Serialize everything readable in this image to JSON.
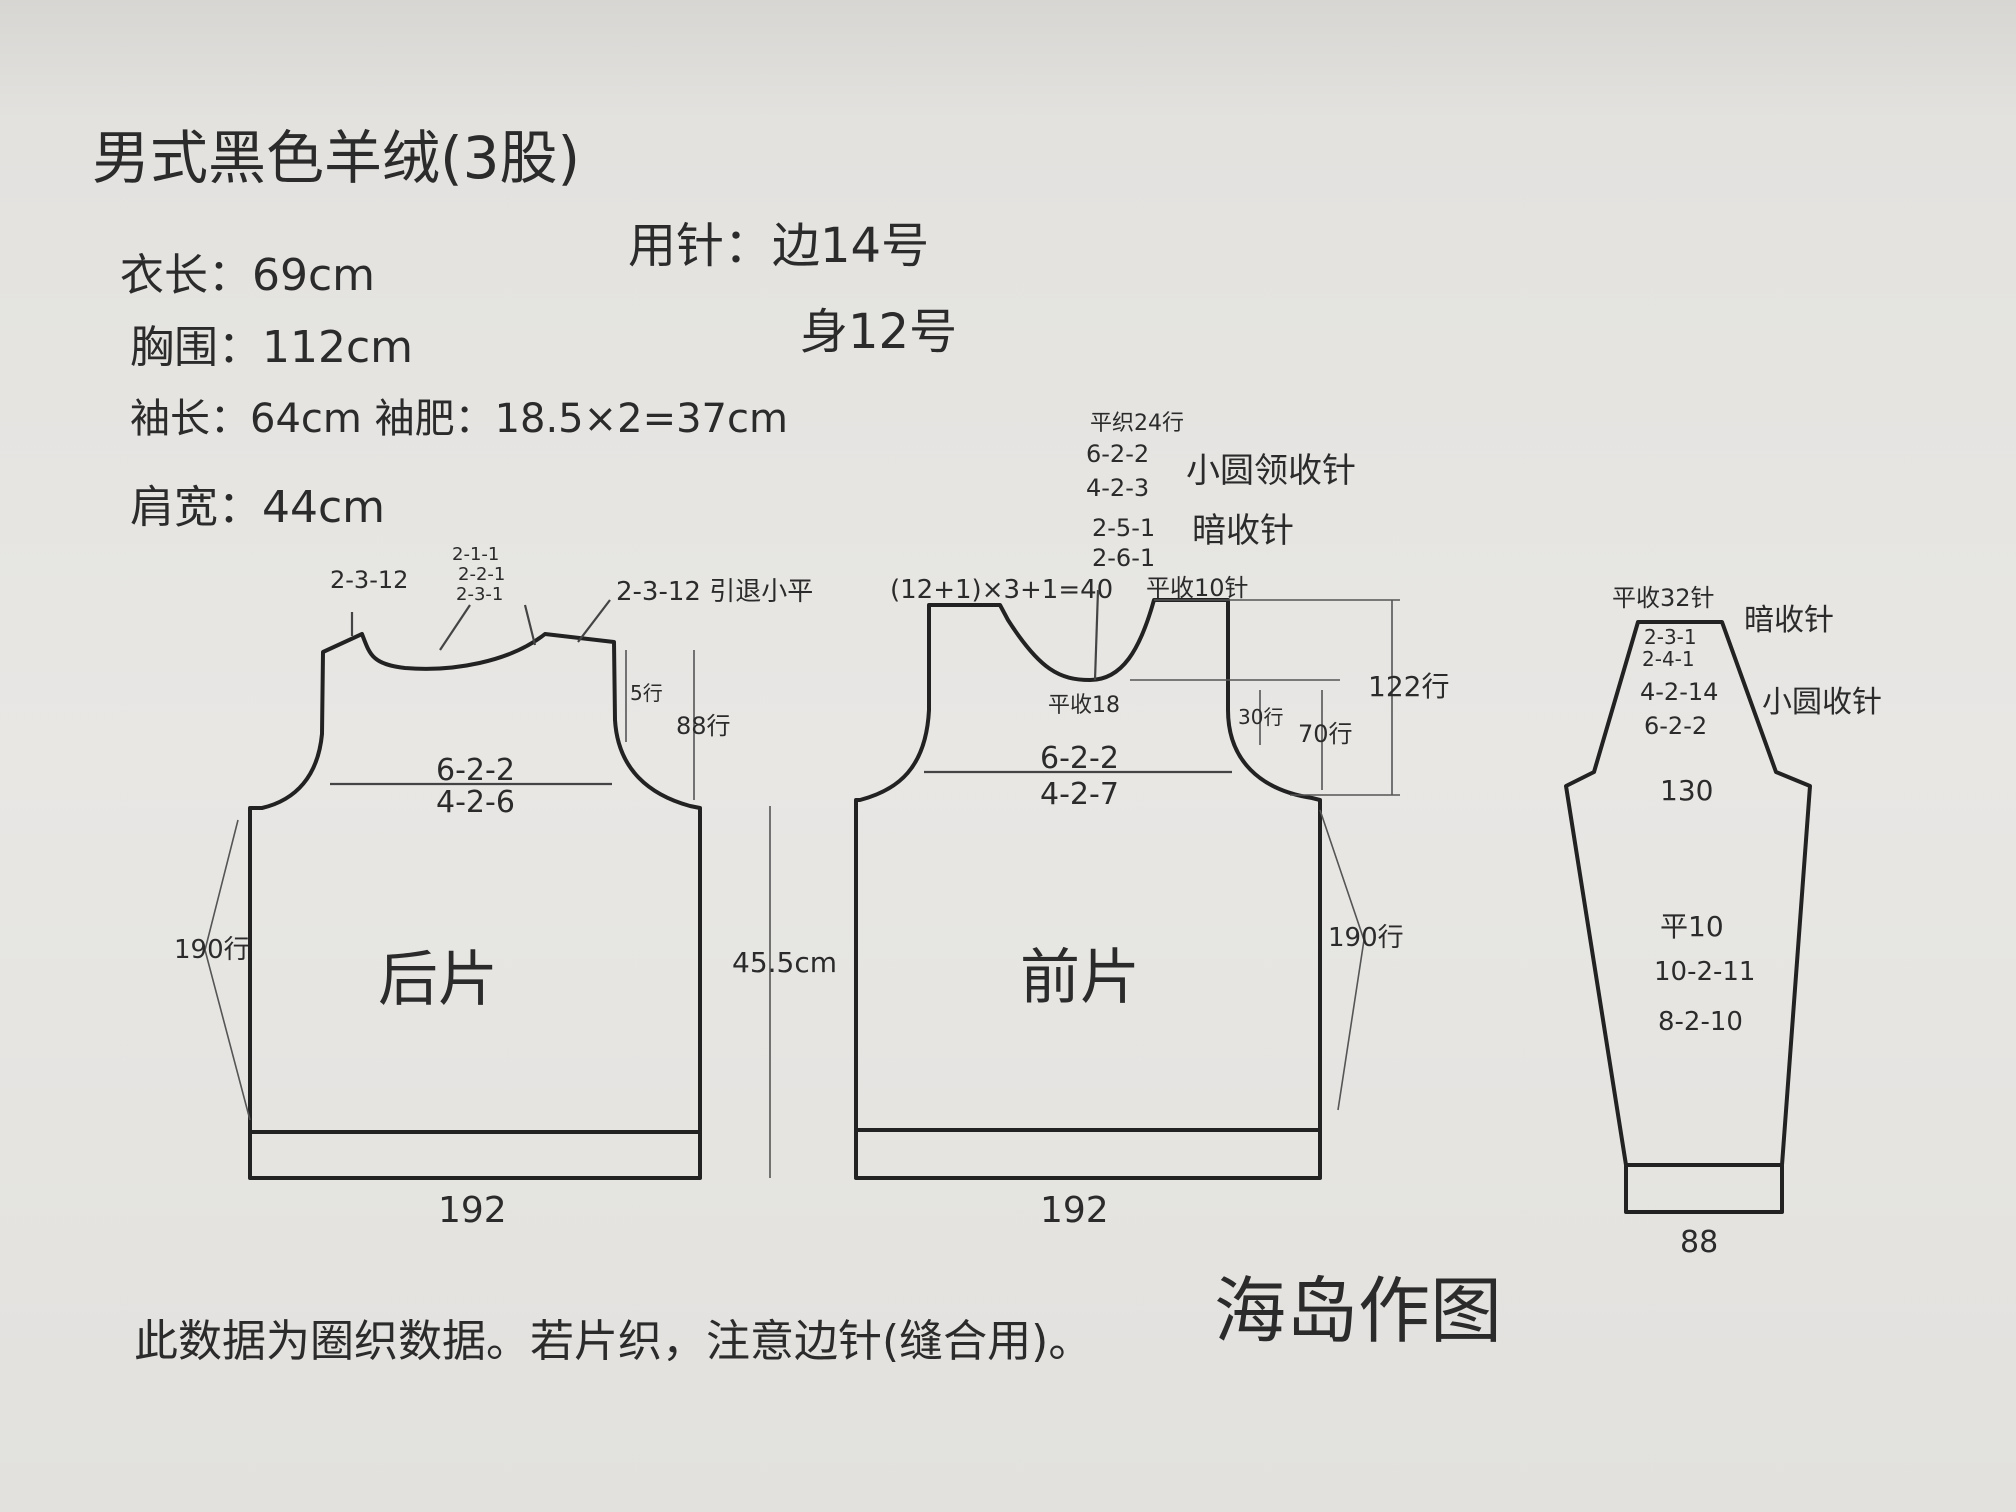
{
  "header": {
    "title": "男式黑色羊绒(3股)",
    "specs": [
      "衣长：69cm",
      "胸围：112cm",
      "袖长：64cm  袖肥：18.5×2=37cm",
      "肩宽：44cm"
    ],
    "needles": [
      "用针：边14号",
      "身12号"
    ]
  },
  "back_piece": {
    "label": "后片",
    "width": "192",
    "side_rows": "190行",
    "body_height": "45.5cm",
    "armhole_dec": [
      "6-2-2",
      "4-2-6"
    ],
    "shoulder_left": "2-3-12",
    "shoulder_right": "2-3-12 引退小平",
    "neck_dec": [
      "2-1-1",
      "2-2-1",
      "2-3-1"
    ],
    "neck_rows": "5行",
    "armhole_rows": "88行"
  },
  "front_piece": {
    "label": "前片",
    "width": "192",
    "side_rows": "190行",
    "shoulder_calc": "(12+1)×3+1=40",
    "neck_top": "平织24行",
    "neck_dec_small": [
      "6-2-2",
      "4-2-3"
    ],
    "neck_dec_small_note": "小圆领收针",
    "neck_dec_dark": [
      "2-5-1",
      "2-6-1"
    ],
    "neck_dec_dark_note": "暗收针",
    "neck_top_rows": "平收10针",
    "neck_bottom": "平收18",
    "armhole_dec": [
      "6-2-2",
      "4-2-7"
    ],
    "neck_rows": "30行",
    "armhole_rows": "70行",
    "total_rows": "122行"
  },
  "sleeve": {
    "top": "平收32针",
    "dark_dec": [
      "2-3-1",
      "2-4-1"
    ],
    "dark_note": "暗收针",
    "small_dec": [
      "4-2-14",
      "6-2-2"
    ],
    "small_note": "小圆收针",
    "upper_width": "130",
    "body_label": "平10",
    "inc": [
      "10-2-11",
      "8-2-10"
    ],
    "cuff_width": "88"
  },
  "footer_note": "此数据为圈织数据。若片织，注意边针(缝合用)。",
  "signature": "海岛作图"
}
